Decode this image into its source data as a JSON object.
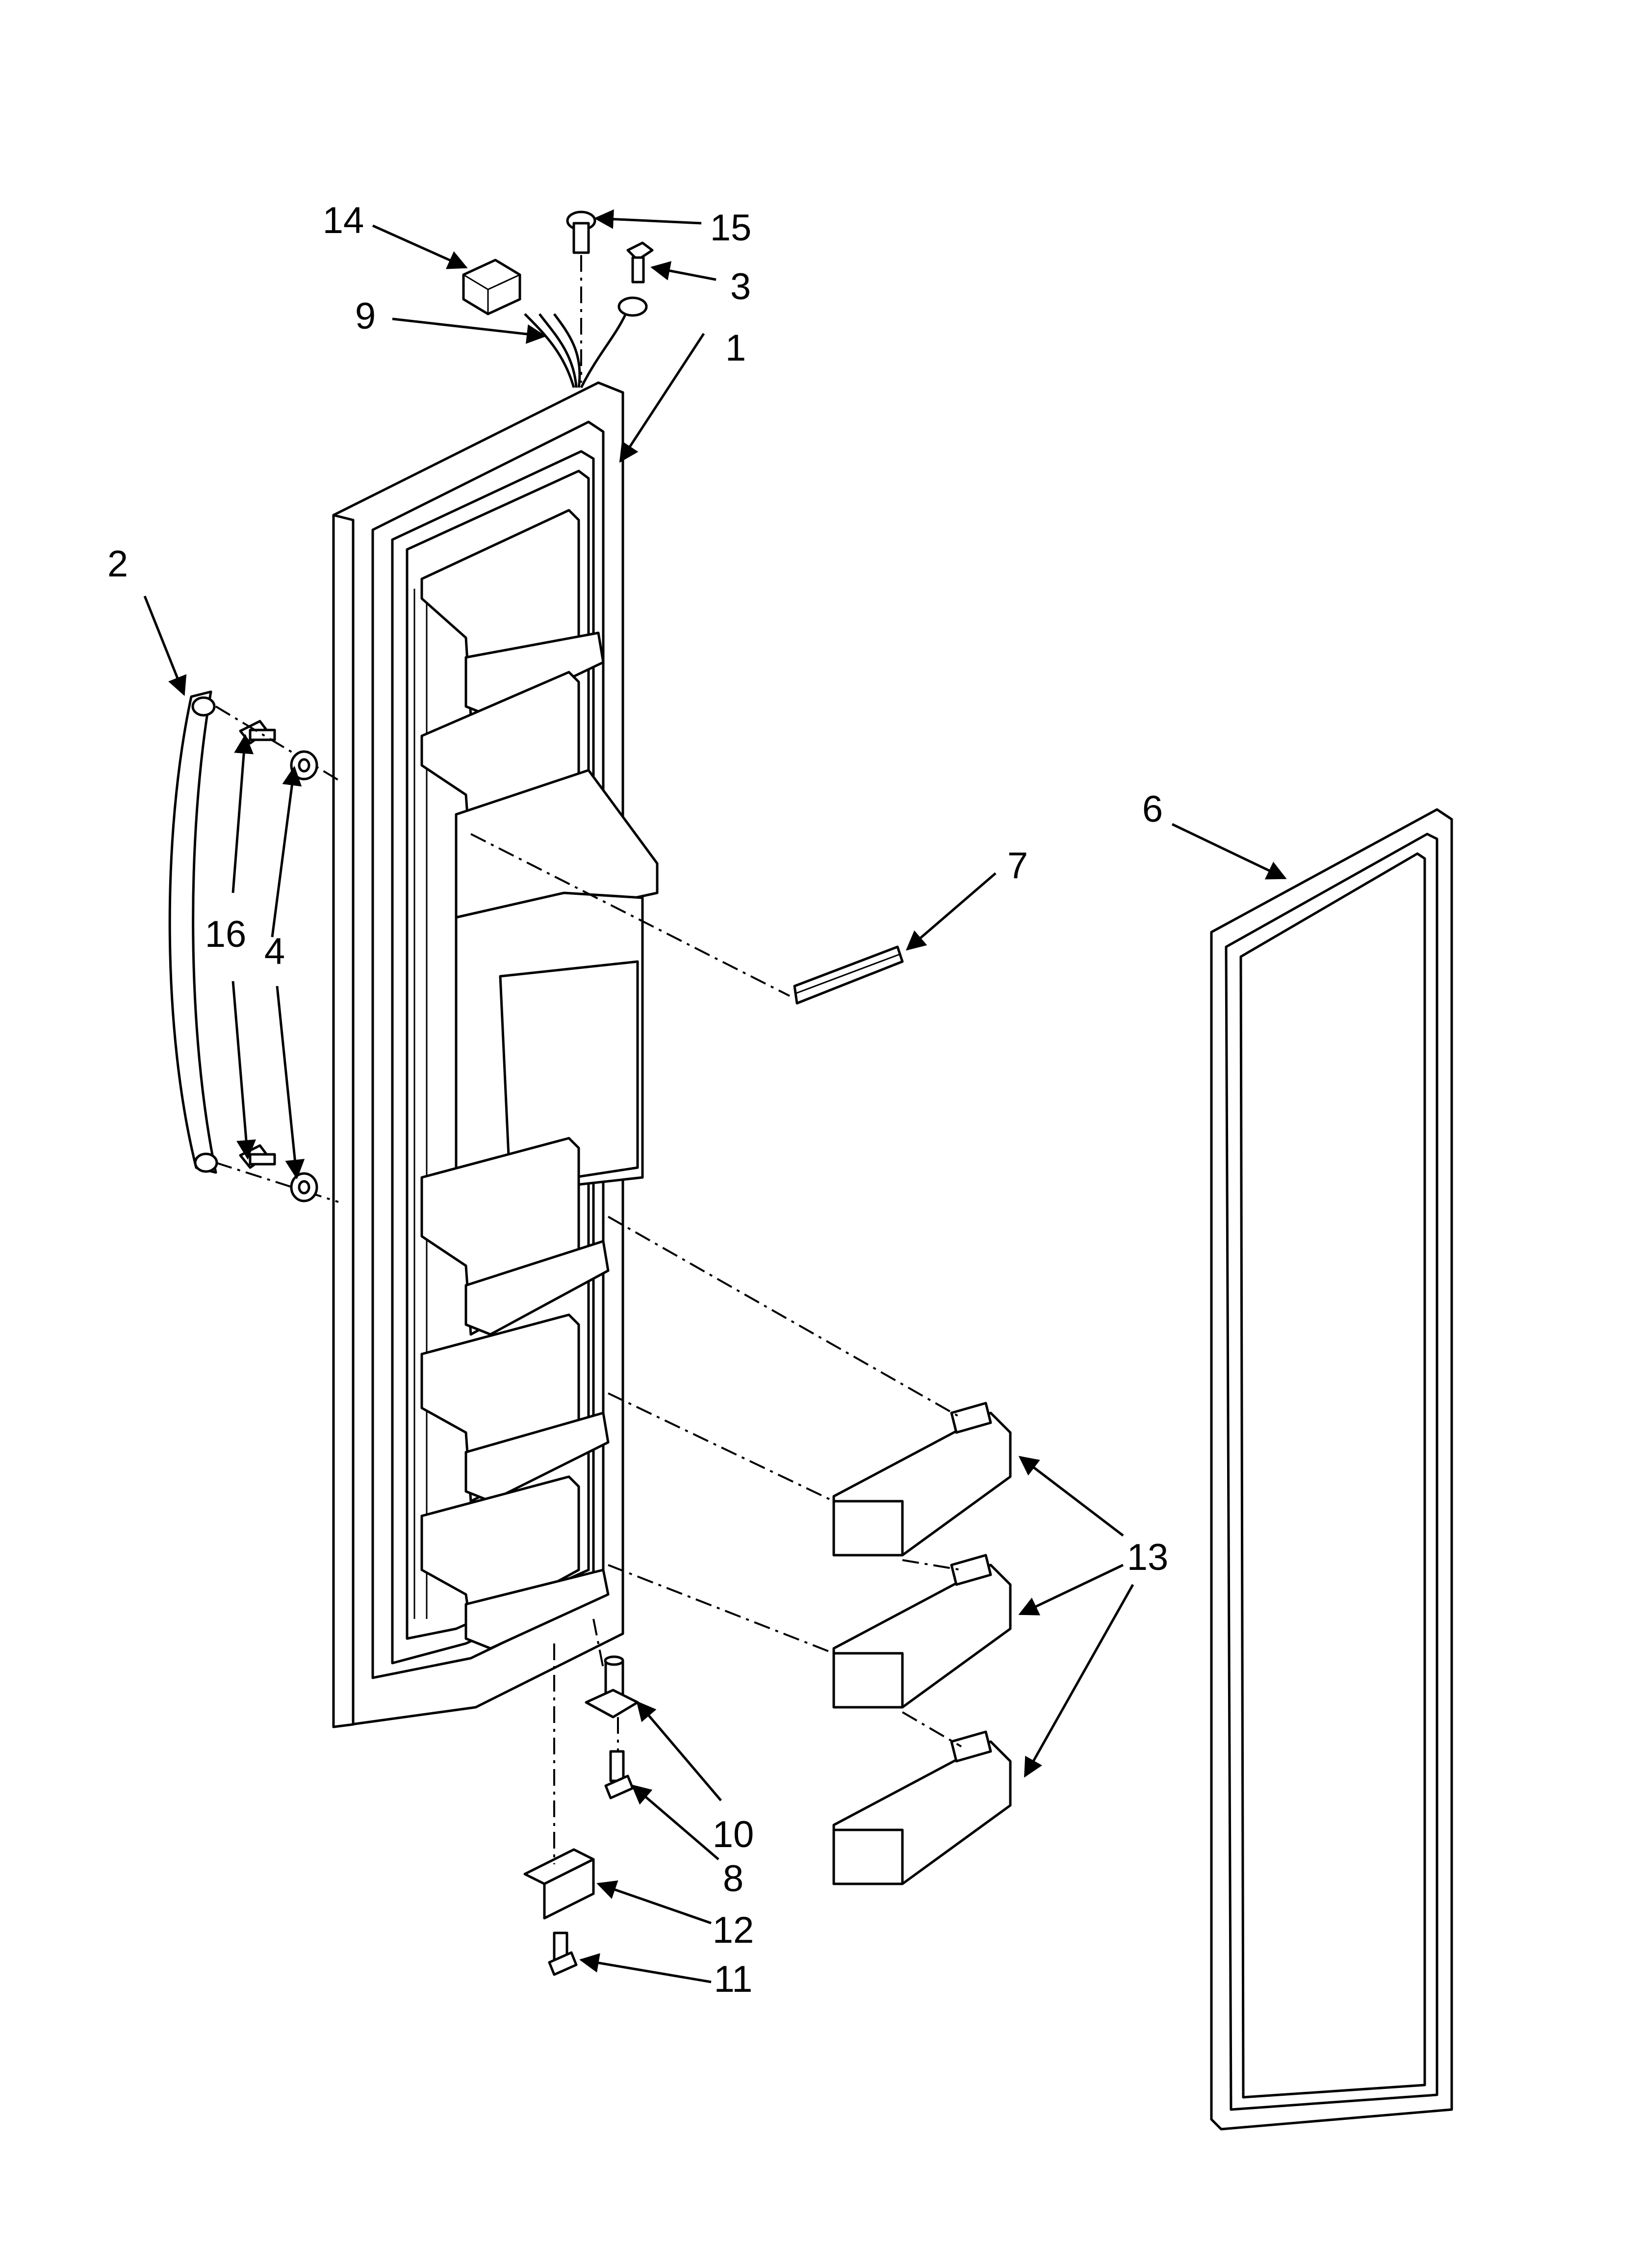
{
  "callouts": {
    "p1": "1",
    "p2": "2",
    "p3": "3",
    "p4": "4",
    "p6": "6",
    "p7": "7",
    "p8": "8",
    "p9": "9",
    "p10": "10",
    "p11": "11",
    "p12": "12",
    "p13": "13",
    "p14": "14",
    "p15": "15",
    "p16": "16"
  }
}
